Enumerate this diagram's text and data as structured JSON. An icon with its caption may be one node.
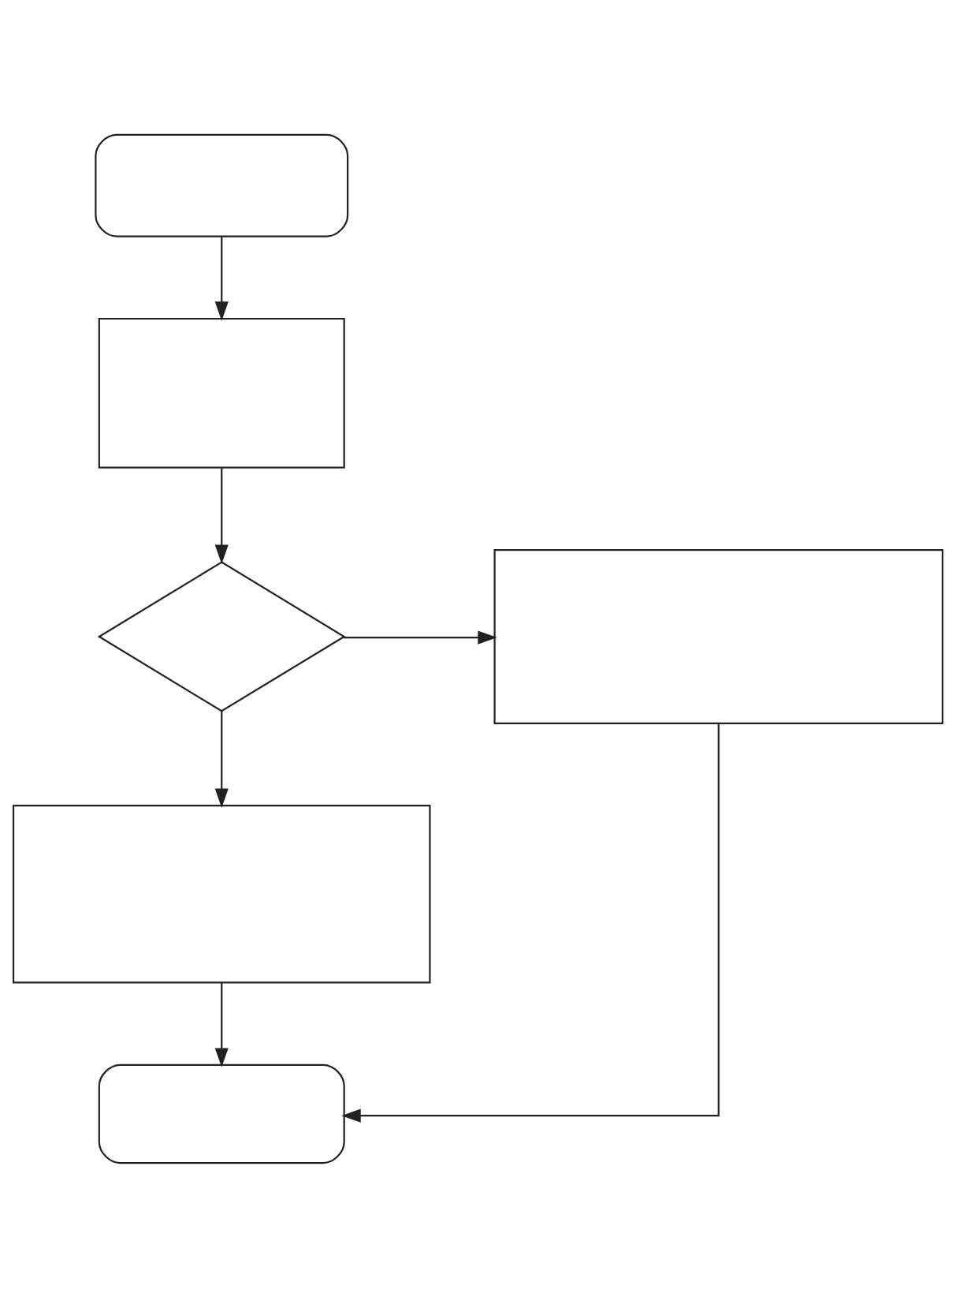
{
  "diagram": {
    "nodes": [
      {
        "text": [],
        "shape": "oval"
      },
      {
        "text": [],
        "shape": "box"
      },
      {
        "text": [],
        "shape": "diamond"
      },
      {
        "text": [],
        "shape": "box"
      },
      {
        "text": [],
        "shape": "box"
      },
      {
        "text": [],
        "shape": "oval"
      }
    ],
    "edges": [
      {
        "from": 0,
        "to": 1,
        "arrow": "to"
      },
      {
        "from": 1,
        "to": 2,
        "arrow": "to"
      },
      {
        "from": 2,
        "to": 3,
        "arrow": "to"
      },
      {
        "from": 2,
        "to": 4,
        "arrow": "to"
      },
      {
        "from": 4,
        "to": 5,
        "arrow": "to"
      },
      {
        "from": 3,
        "to": 5,
        "arrow": "to"
      }
    ]
  }
}
